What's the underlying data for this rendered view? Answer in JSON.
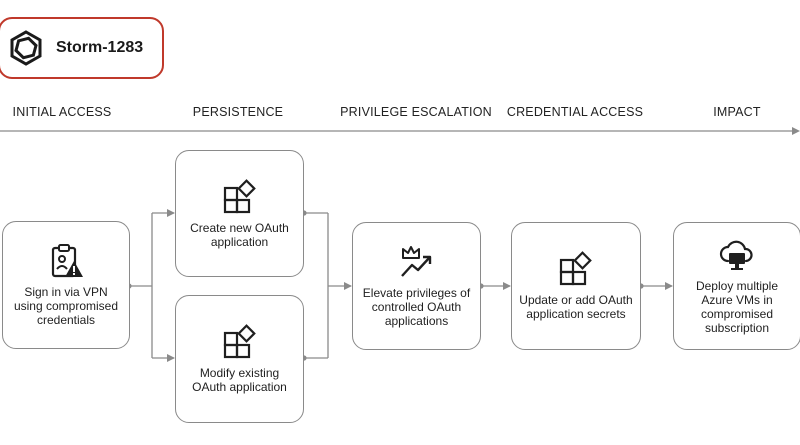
{
  "title": "Storm-1283",
  "phases": [
    {
      "label": "INITIAL ACCESS"
    },
    {
      "label": "PERSISTENCE"
    },
    {
      "label": "PRIVILEGE ESCALATION"
    },
    {
      "label": "CREDENTIAL ACCESS"
    },
    {
      "label": "IMPACT"
    }
  ],
  "nodes": {
    "initial": {
      "label": "Sign in via VPN using compromised credentials",
      "icon": "clipboard-warning-icon"
    },
    "create": {
      "label": "Create new OAuth application",
      "icon": "app-tiles-icon"
    },
    "modify": {
      "label": "Modify existing OAuth application",
      "icon": "app-tiles-icon"
    },
    "elevate": {
      "label": "Elevate privileges of controlled OAuth applications",
      "icon": "crown-trend-icon"
    },
    "update": {
      "label": "Update or add OAuth application secrets",
      "icon": "app-tiles-icon"
    },
    "deploy": {
      "label": "Deploy multiple Azure VMs in compromised subscription",
      "icon": "cloud-vm-icon"
    }
  },
  "colors": {
    "title_border": "#c0392b",
    "box_border": "#8a8a8a",
    "line": "#8a8a8a",
    "icon": "#1f1f1f"
  }
}
